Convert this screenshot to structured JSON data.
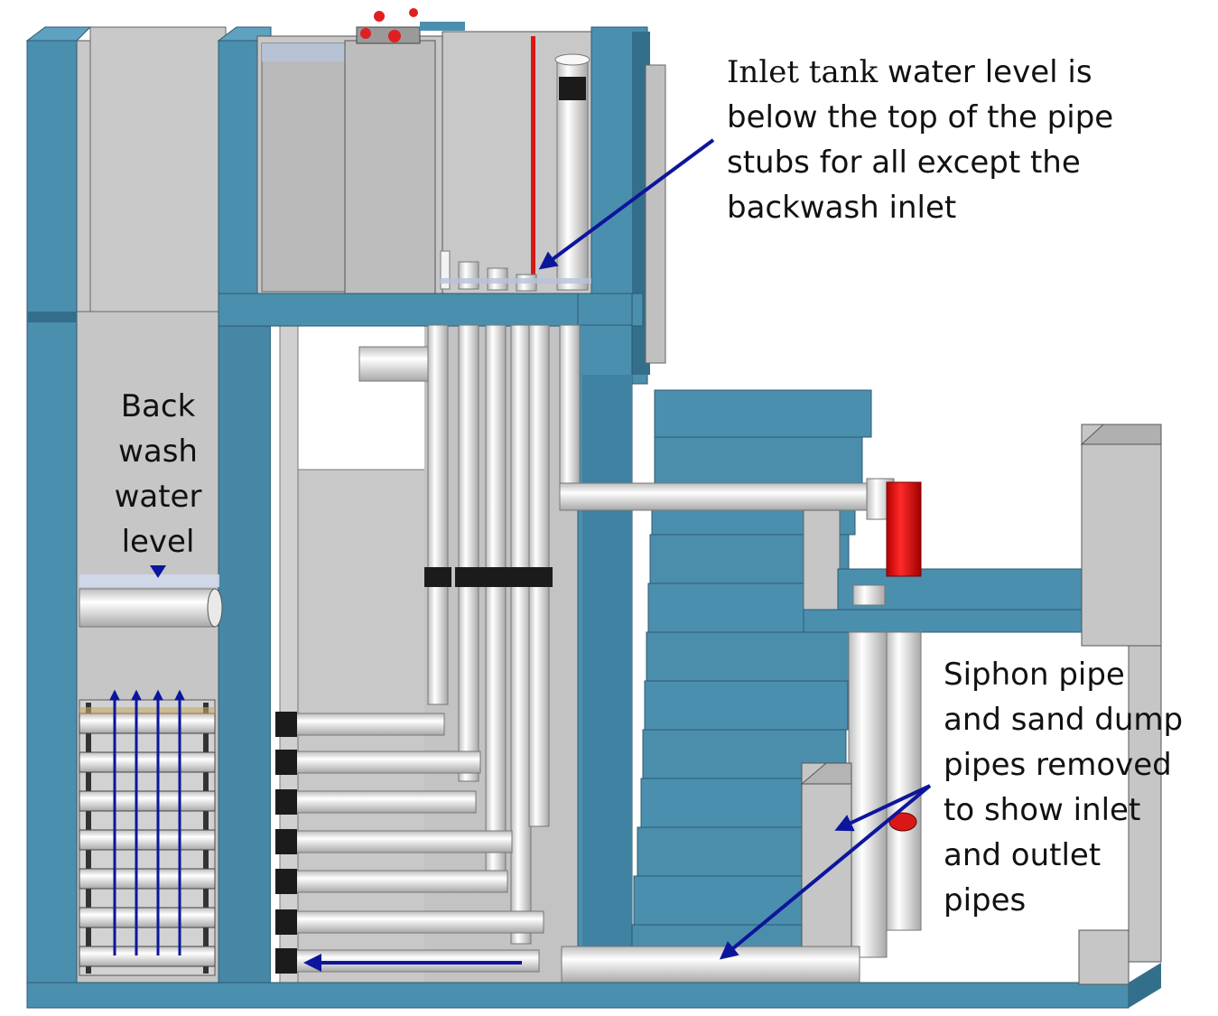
{
  "labels": {
    "inlet_note": {
      "lead": "Inlet tank",
      "lines": [
        " water level is",
        "below the top of the pipe",
        "stubs for all except the",
        "backwash inlet"
      ]
    },
    "backwash_note": {
      "lines": [
        "Back",
        "wash",
        "water",
        "level"
      ]
    },
    "siphon_note": {
      "lines": [
        "Siphon pipe",
        "and sand dump",
        "pipes removed",
        "to show inlet",
        "and outlet",
        "pipes"
      ]
    }
  },
  "colors": {
    "frame_blue": "#4b8fae",
    "frame_blue_dark": "#336f8a",
    "tank_gray": "#c8c8c8",
    "tank_gray_dark": "#a9a9a9",
    "pipe_white": "#f1f1f1",
    "coupling_black": "#1b1b1b",
    "valve_red": "#d81818",
    "arrow_navy": "#0c169c"
  }
}
